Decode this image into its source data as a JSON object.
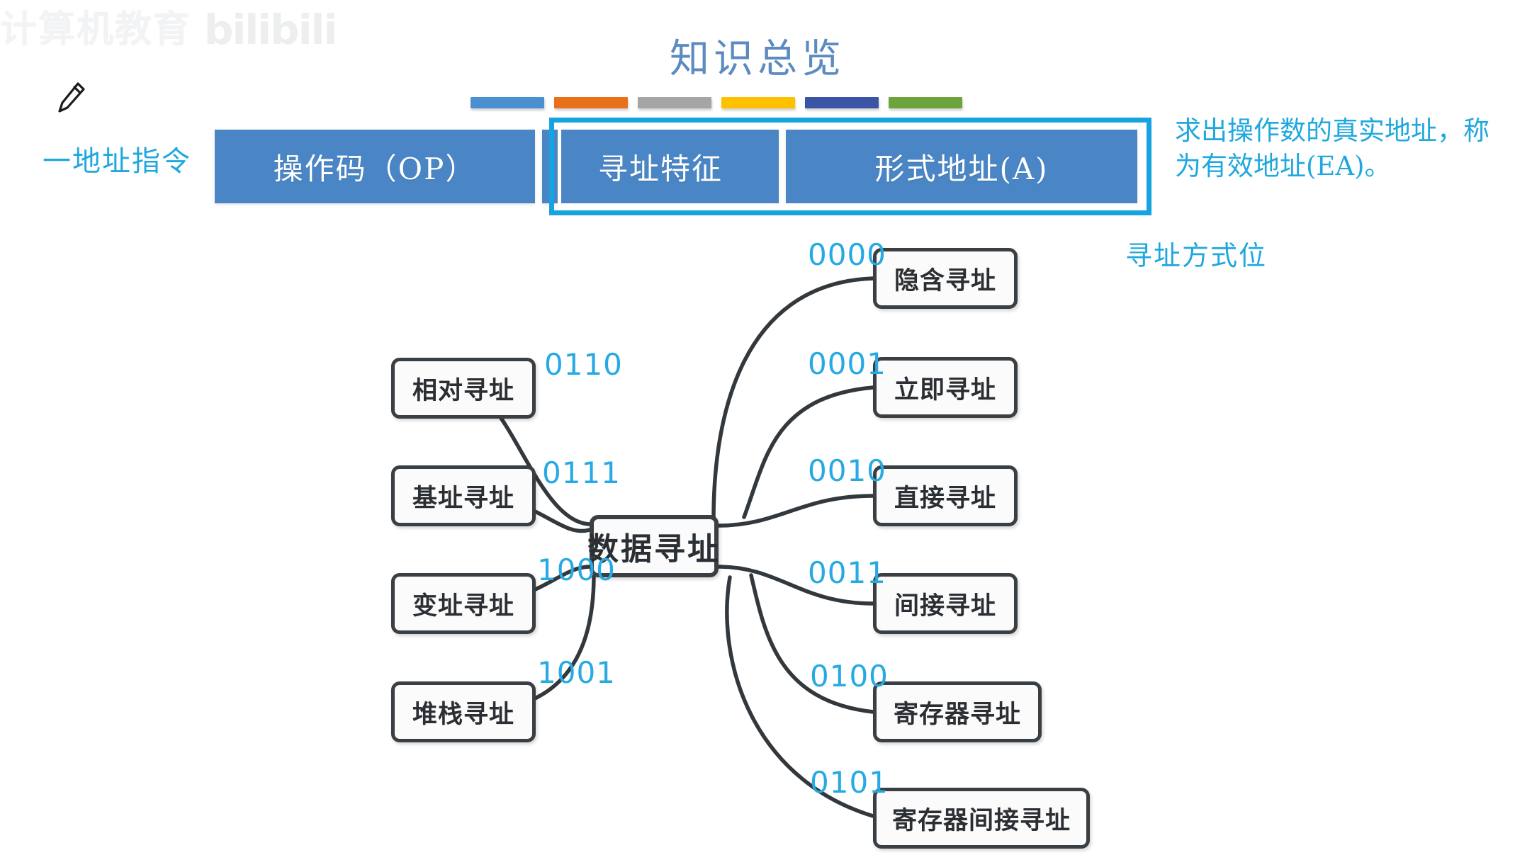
{
  "watermark": {
    "cn_text": "计算机教育",
    "brand_text": "bilibili"
  },
  "page_title": "知识总览",
  "colors": {
    "title": "#5b8bbf",
    "instruction_field": "#4A86C5",
    "highlight_border": "#17A3E0",
    "annotation_text": "#1FA8DE",
    "code_label": "#27A9E3",
    "node_border": "#3A3F44",
    "node_fill": "#FBFBFB"
  },
  "segment_bar": {
    "segments": [
      {
        "name": "segment-blue",
        "color": "#4A90D1"
      },
      {
        "name": "segment-orange",
        "color": "#E8701A"
      },
      {
        "name": "segment-gray",
        "color": "#A5A5A5"
      },
      {
        "name": "segment-yellow",
        "color": "#FFC000"
      },
      {
        "name": "segment-dark-blue",
        "color": "#3A55A5"
      },
      {
        "name": "segment-green",
        "color": "#6DA33B"
      }
    ]
  },
  "instruction": {
    "row_label": "一地址指令",
    "fields": [
      {
        "key": "opcode",
        "label": "操作码（OP）"
      },
      {
        "key": "mode",
        "label": "寻址特征"
      },
      {
        "key": "address",
        "label": "形式地址(A)"
      }
    ],
    "highlight_note": "求出操作数的真实地址，称为有效地址(EA)。",
    "mode_bits_note": "寻址方式位"
  },
  "mindmap": {
    "center": {
      "label": "数据寻址"
    },
    "right_branches": [
      {
        "code": "0000",
        "label": "隐含寻址"
      },
      {
        "code": "0001",
        "label": "立即寻址"
      },
      {
        "code": "0010",
        "label": "直接寻址"
      },
      {
        "code": "0011",
        "label": "间接寻址"
      },
      {
        "code": "0100",
        "label": "寄存器寻址"
      },
      {
        "code": "0101",
        "label": "寄存器间接寻址"
      }
    ],
    "left_branches": [
      {
        "code": "0110",
        "label": "相对寻址"
      },
      {
        "code": "0111",
        "label": "基址寻址"
      },
      {
        "code": "1000",
        "label": "变址寻址"
      },
      {
        "code": "1001",
        "label": "堆栈寻址"
      }
    ]
  }
}
